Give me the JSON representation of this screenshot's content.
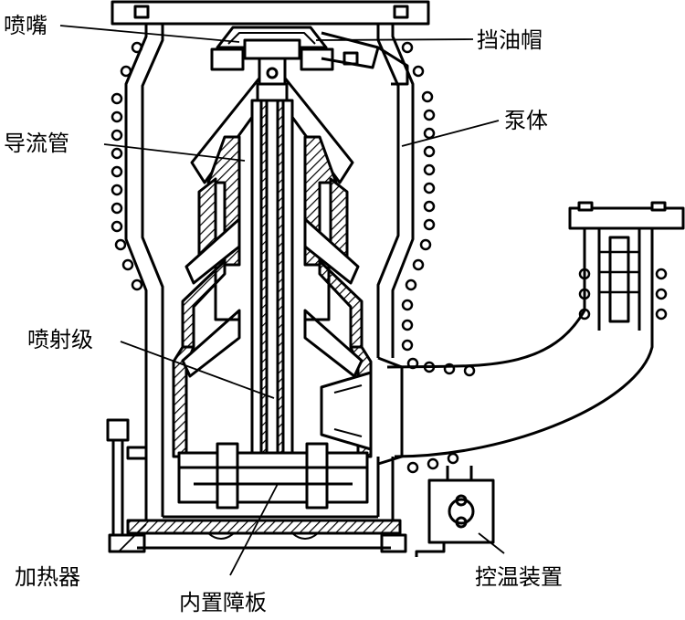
{
  "colors": {
    "line": "#000000",
    "background": "#ffffff"
  },
  "labels": {
    "nozzle": "喷嘴",
    "oil_cap": "挡油帽",
    "guide_tube": "导流管",
    "pump_body": "泵体",
    "jet_stage": "喷射级",
    "heater": "加热器",
    "internal_baffle": "内置障板",
    "temp_control": "控温装置"
  }
}
